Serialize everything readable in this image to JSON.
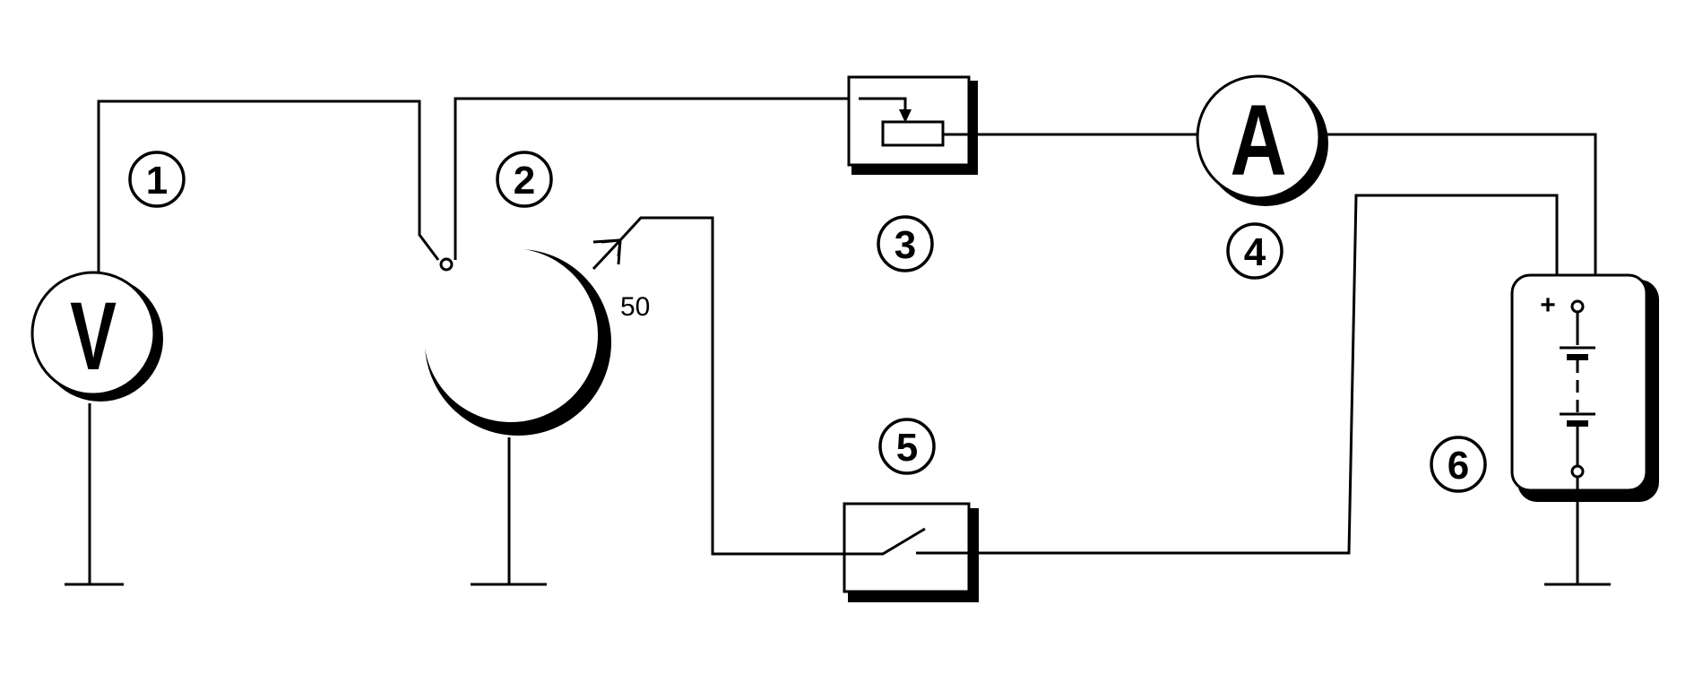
{
  "callouts": [
    "1",
    "2",
    "3",
    "4",
    "5",
    "6"
  ],
  "voltmeter": {
    "symbol": "V"
  },
  "ammeter": {
    "symbol": "A"
  },
  "starter_terminal": {
    "label": "50"
  },
  "battery": {
    "positive_symbol": "+"
  }
}
